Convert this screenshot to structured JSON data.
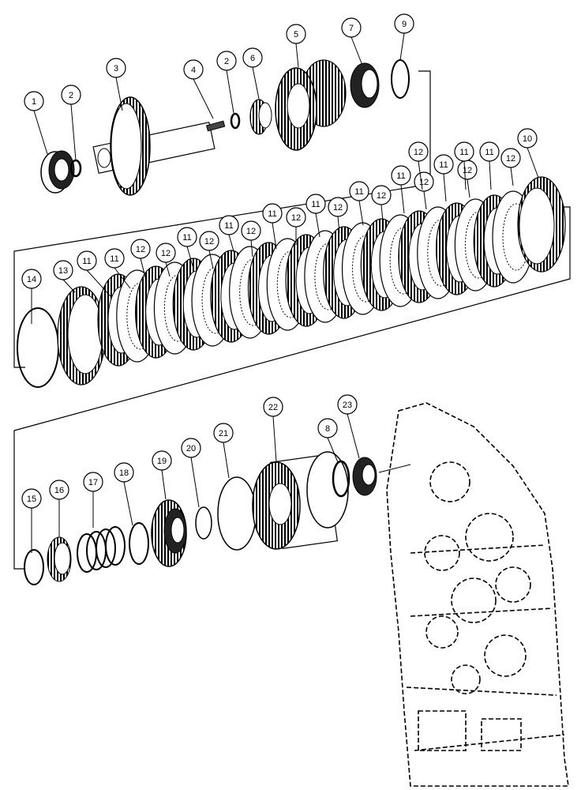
{
  "diagram": {
    "callouts": [
      {
        "id": "c1",
        "label": "1"
      },
      {
        "id": "c2a",
        "label": "2"
      },
      {
        "id": "c3",
        "label": "3"
      },
      {
        "id": "c4",
        "label": "4"
      },
      {
        "id": "c2b",
        "label": "2"
      },
      {
        "id": "c6",
        "label": "6"
      },
      {
        "id": "c5",
        "label": "5"
      },
      {
        "id": "c7",
        "label": "7"
      },
      {
        "id": "c9",
        "label": "9"
      },
      {
        "id": "c10",
        "label": "10"
      },
      {
        "id": "c14",
        "label": "14"
      },
      {
        "id": "c13",
        "label": "13"
      },
      {
        "id": "r1",
        "label": "11"
      },
      {
        "id": "r2",
        "label": "11"
      },
      {
        "id": "r3",
        "label": "12"
      },
      {
        "id": "r4",
        "label": "12"
      },
      {
        "id": "r5",
        "label": "11"
      },
      {
        "id": "r6",
        "label": "12"
      },
      {
        "id": "r7",
        "label": "11"
      },
      {
        "id": "r8",
        "label": "12"
      },
      {
        "id": "r9",
        "label": "11"
      },
      {
        "id": "r10",
        "label": "12"
      },
      {
        "id": "r11",
        "label": "11"
      },
      {
        "id": "r12",
        "label": "12"
      },
      {
        "id": "r13",
        "label": "11"
      },
      {
        "id": "r14",
        "label": "12"
      },
      {
        "id": "r15",
        "label": "11"
      },
      {
        "id": "r16",
        "label": "12"
      },
      {
        "id": "r17",
        "label": "11"
      },
      {
        "id": "r18",
        "label": "12"
      },
      {
        "id": "r19",
        "label": "11"
      },
      {
        "id": "r20",
        "label": "12"
      },
      {
        "id": "r21",
        "label": "11"
      },
      {
        "id": "r22",
        "label": "12"
      },
      {
        "id": "c15",
        "label": "15"
      },
      {
        "id": "c16",
        "label": "16"
      },
      {
        "id": "c17",
        "label": "17"
      },
      {
        "id": "c18",
        "label": "18"
      },
      {
        "id": "c19",
        "label": "19"
      },
      {
        "id": "c20",
        "label": "20"
      },
      {
        "id": "c21",
        "label": "21"
      },
      {
        "id": "c22",
        "label": "22"
      },
      {
        "id": "c8",
        "label": "8"
      },
      {
        "id": "c23",
        "label": "23"
      }
    ]
  }
}
